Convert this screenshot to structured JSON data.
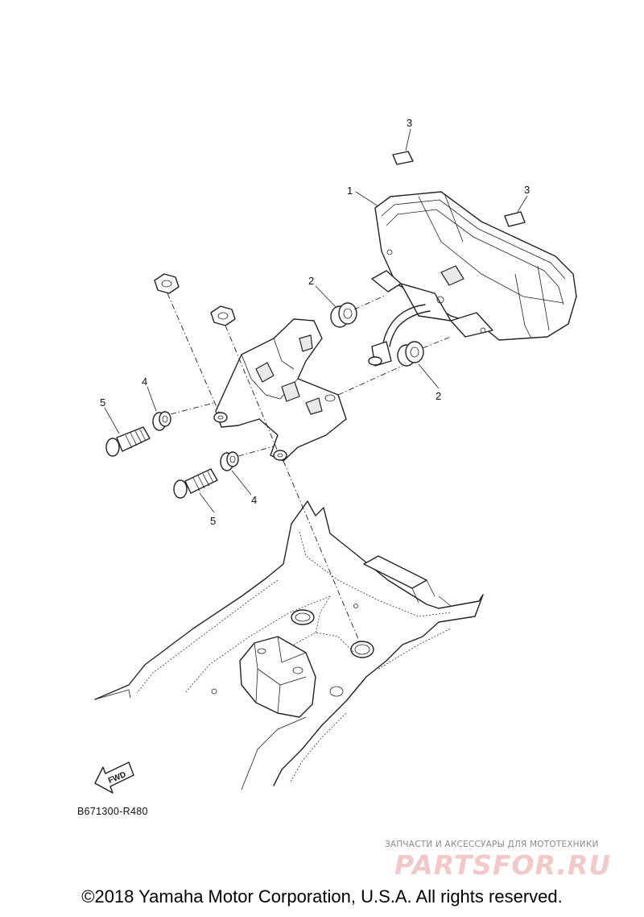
{
  "diagram": {
    "callouts": [
      {
        "id": "c3a",
        "label": "3"
      },
      {
        "id": "c3b",
        "label": "3"
      },
      {
        "id": "c1",
        "label": "1"
      },
      {
        "id": "c2a",
        "label": "2"
      },
      {
        "id": "c2b",
        "label": "2"
      },
      {
        "id": "c4a",
        "label": "4"
      },
      {
        "id": "c4b",
        "label": "4"
      },
      {
        "id": "c5a",
        "label": "5"
      },
      {
        "id": "c5b",
        "label": "5"
      }
    ],
    "fwd_label": "FWD",
    "diagram_code": "B671300-R480"
  },
  "watermark": {
    "tagline": "ЗАПЧАСТИ И АКСЕССУАРЫ ДЛЯ МОТОТЕХНИКИ",
    "logo": "PARTSFOR.RU"
  },
  "footer": {
    "copyright": "©2018 Yamaha Motor Corporation, U.S.A. All rights reserved."
  }
}
